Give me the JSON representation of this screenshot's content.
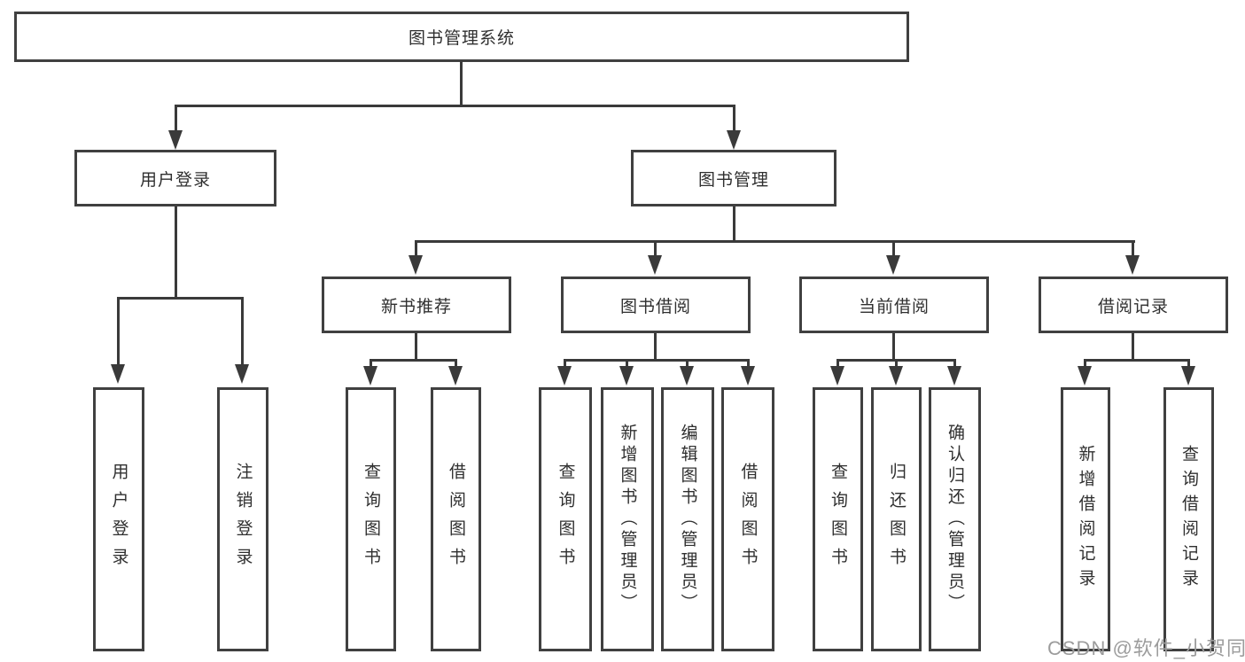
{
  "root": {
    "label": "图书管理系统"
  },
  "level1": [
    {
      "label": "用户登录"
    },
    {
      "label": "图书管理"
    }
  ],
  "level2": [
    {
      "label": "新书推荐"
    },
    {
      "label": "图书借阅"
    },
    {
      "label": "当前借阅"
    },
    {
      "label": "借阅记录"
    }
  ],
  "leaves": {
    "login": [
      "用户登录",
      "注销登录"
    ],
    "recommend": [
      "查询图书",
      "借阅图书"
    ],
    "borrow": [
      "查询图书",
      "新增图书（管理员）",
      "编辑图书（管理员）",
      "借阅图书"
    ],
    "current": [
      "查询图书",
      "归还图书",
      "确认归还（管理员）"
    ],
    "records": [
      "新增借阅记录",
      "查询借阅记录"
    ]
  },
  "watermark": "CSDN @软件_小贺同学",
  "colors": {
    "line": "#3a3a3a",
    "box_border": "#404040",
    "text": "#2f2f2f",
    "watermark": "#9c9c9c",
    "background": "#ffffff"
  }
}
